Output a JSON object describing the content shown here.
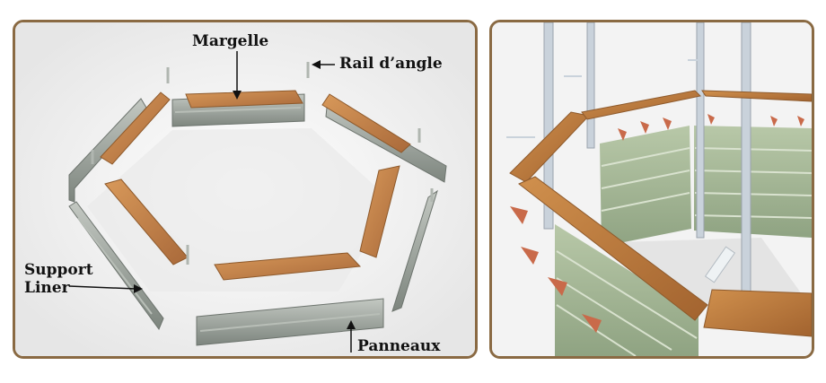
{
  "labels": {
    "margelle": "Margelle",
    "rail_angle": "Rail d’angle",
    "support_liner_line1": "Support",
    "support_liner_line2": "Liner",
    "panneaux": "Panneaux"
  },
  "colors": {
    "frame_border": "#8a6a43",
    "wood": "#c8884a",
    "wood_dark": "#9c6430",
    "panel_metal": "#9aa39a",
    "panel_green": "#a8b99a",
    "floor": "#efefef"
  }
}
